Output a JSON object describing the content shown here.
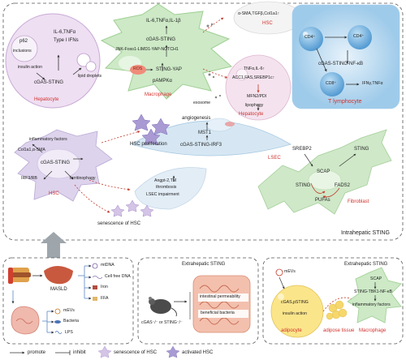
{
  "hepatocyte": {
    "items": [
      "p62",
      "inclusions",
      "IL-6,TNFα",
      "Type I IFNs",
      "insulin action",
      "lipid droplets",
      "cGAS-STING"
    ],
    "title": "Hepatocyte"
  },
  "macrophage": {
    "items": [
      "IL-6,TNFα,IL-1β",
      "cGAS-STING",
      "JNK-Foxo1-LIMD1-YAP-NOTCH1",
      "ROS",
      "STING-YAP",
      "pAMPKα",
      "exosome"
    ],
    "title": "Macrophage"
  },
  "hsc_top": {
    "item": "α-SMA,TGFβ,Col1a1↑",
    "title": "HSC"
  },
  "hepatocyte2": {
    "items": [
      "TNFα,IL-6↑",
      "ACC1,FAS,SREBP1c↑",
      "MFN2/PDI",
      "lipophagy"
    ],
    "title": "Hepatocyte"
  },
  "t_lymphocyte": {
    "items": [
      "CD4⁺",
      "CD4⁺",
      "cGAS-STING-NF-κB",
      "CD8⁺",
      "IFNγ,TNFα"
    ],
    "title": "T lymphocyte"
  },
  "hsc_main": {
    "items": [
      "inflammatory factors",
      "Col1a1,α-SMA",
      "cGAS-STING",
      "IRF3/RB",
      "ferritinophagy"
    ],
    "title": "HSC"
  },
  "hsc_labels": {
    "proliferation": "HSC proliferation",
    "senescence": "senescence of HSC"
  },
  "lsec": {
    "items": [
      "angiogenesis",
      "MST1",
      "cGAS-STING-IRF3",
      "Angpt-2,TM",
      "thrombosis",
      "LSEC impairment"
    ],
    "title": "LSEC"
  },
  "fibroblast": {
    "items": [
      "SREBP2",
      "SCAP",
      "STING",
      "STING",
      "FADS2",
      "PUFAs"
    ],
    "title": "Fibroblast"
  },
  "intrahepatic": "Intrahepatic STING",
  "masld": {
    "title": "MASLD",
    "items": [
      "mtDNA",
      "Cell free DNA",
      "Iron",
      "FFA",
      "mEVs",
      "Bacteria",
      "LPS"
    ]
  },
  "extra_mid": {
    "title": "Extrahepatic STING",
    "mouse": "cGAS⁻/⁻ or STING⁻/⁻",
    "items": [
      "intestinal permeability",
      "beneficial bacteria"
    ]
  },
  "extra_right": {
    "title": "Extrahepatic STING",
    "items": [
      "mEVs",
      "cGAS,pSTING",
      "insulin action",
      "SCAP",
      "STING-TBK1-NF-κB",
      "inflammatory factors"
    ],
    "labels": [
      "adipocyte",
      "adipose tissue",
      "Macrophage"
    ]
  },
  "legend": [
    "promote",
    "inhibit",
    "senescence of HSC",
    "activated HSC"
  ],
  "colors": {
    "red": "#d0312d",
    "cell_green": "#c6e7c0",
    "cell_purple": "#e9dcef",
    "cell_blue": "#cfe6f7",
    "lsec_blue": "#d8e9f4",
    "adipocyte_yellow": "#fbe58a"
  }
}
